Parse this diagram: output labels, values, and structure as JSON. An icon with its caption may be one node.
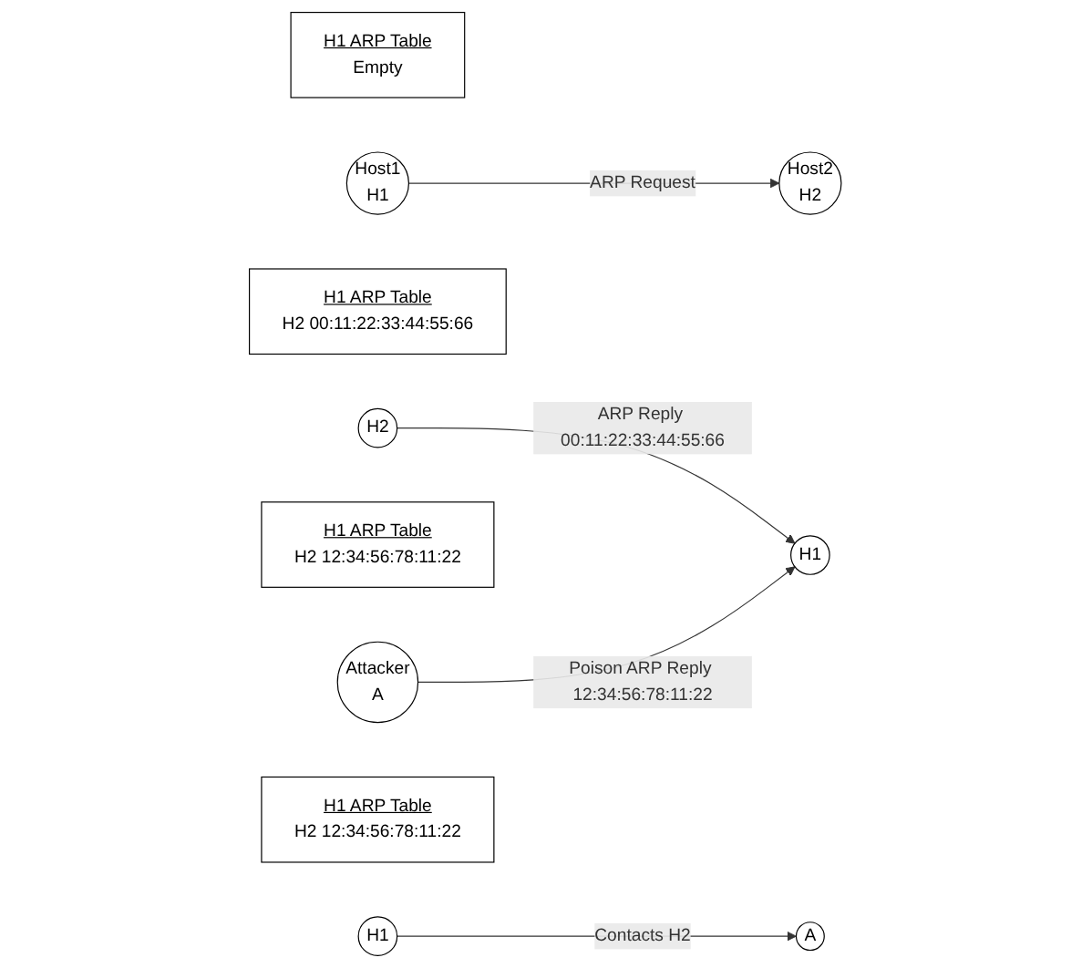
{
  "diagram": {
    "nodes": [
      {
        "text": [
          "H1 ARP Table",
          "Empty"
        ]
      },
      {
        "text": [
          "Host1",
          "H1"
        ]
      },
      {
        "text": [
          "Host2",
          "H2"
        ]
      },
      {
        "text": [
          "H1 ARP Table",
          "H2 00:11:22:33:44:55:66"
        ]
      },
      {
        "text": [
          "H1"
        ]
      },
      {
        "text": [
          "H2"
        ]
      },
      {
        "text": [
          "H1 ARP Table",
          "H2 12:34:56:78:11:22"
        ]
      },
      {
        "text": [
          "Attacker",
          "A"
        ]
      },
      {
        "text": [
          "H1 ARP Table",
          "H2 12:34:56:78:11:22"
        ]
      },
      {
        "text": [
          "H1"
        ]
      },
      {
        "text": [
          "A"
        ]
      }
    ],
    "edges": [
      {
        "from": 1,
        "to": 2,
        "arrow": "to",
        "label": "ARP Request"
      },
      {
        "from": 5,
        "to": 4,
        "arrow": "to",
        "label": "ARP Reply 00:11:22:33:44:55:66"
      },
      {
        "from": 7,
        "to": 4,
        "arrow": "to",
        "label": "Poison ARP Reply 12:34:56:78:11:22"
      },
      {
        "from": 9,
        "to": 10,
        "arrow": "to",
        "label": "Contacts H2"
      }
    ]
  }
}
